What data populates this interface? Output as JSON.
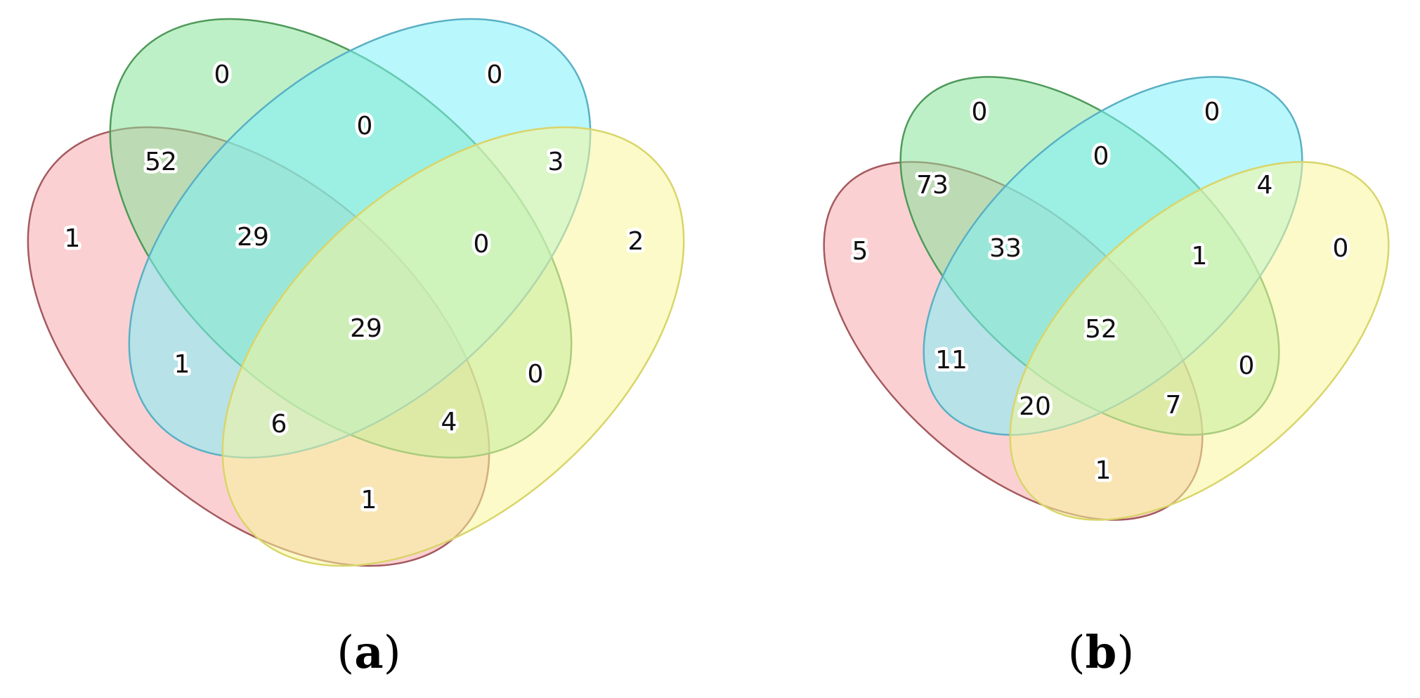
{
  "panels": [
    {
      "id": "a",
      "caption": {
        "letter": "a"
      },
      "regions": [
        {
          "name": "region-green-only",
          "value": "0"
        },
        {
          "name": "region-cyan-only",
          "value": "0"
        },
        {
          "name": "region-green-cyan",
          "value": "0"
        },
        {
          "name": "region-red-green",
          "value": "52"
        },
        {
          "name": "region-cyan-yellow",
          "value": "3"
        },
        {
          "name": "region-red-only",
          "value": "1"
        },
        {
          "name": "region-red-green-cyan",
          "value": "29"
        },
        {
          "name": "region-green-cyan-yellow",
          "value": "0"
        },
        {
          "name": "region-yellow-only",
          "value": "2"
        },
        {
          "name": "region-all-four",
          "value": "29"
        },
        {
          "name": "region-red-cyan",
          "value": "1"
        },
        {
          "name": "region-green-yellow",
          "value": "0"
        },
        {
          "name": "region-red-cyan-yellow",
          "value": "6"
        },
        {
          "name": "region-red-green-yellow",
          "value": "4"
        },
        {
          "name": "region-red-yellow",
          "value": "1"
        }
      ]
    },
    {
      "id": "b",
      "caption": {
        "letter": "b"
      },
      "regions": [
        {
          "name": "region-green-only",
          "value": "0"
        },
        {
          "name": "region-cyan-only",
          "value": "0"
        },
        {
          "name": "region-green-cyan",
          "value": "0"
        },
        {
          "name": "region-red-green",
          "value": "73"
        },
        {
          "name": "region-cyan-yellow",
          "value": "4"
        },
        {
          "name": "region-red-only",
          "value": "5"
        },
        {
          "name": "region-red-green-cyan",
          "value": "33"
        },
        {
          "name": "region-green-cyan-yellow",
          "value": "1"
        },
        {
          "name": "region-yellow-only",
          "value": "0"
        },
        {
          "name": "region-all-four",
          "value": "52"
        },
        {
          "name": "region-red-cyan",
          "value": "11"
        },
        {
          "name": "region-green-yellow",
          "value": "0"
        },
        {
          "name": "region-red-cyan-yellow",
          "value": "20"
        },
        {
          "name": "region-red-green-yellow",
          "value": "7"
        },
        {
          "name": "region-red-yellow",
          "value": "1"
        }
      ]
    }
  ],
  "colors": {
    "set_red": "#f7a9ad",
    "set_green": "#88e39a",
    "set_cyan": "#7ef0fa",
    "set_yellow": "#f7f59a",
    "stroke_red": "#a45a5e",
    "stroke_green": "#4f9a5a",
    "stroke_cyan": "#5ab0c4",
    "stroke_yellow": "#d9d56a"
  }
}
